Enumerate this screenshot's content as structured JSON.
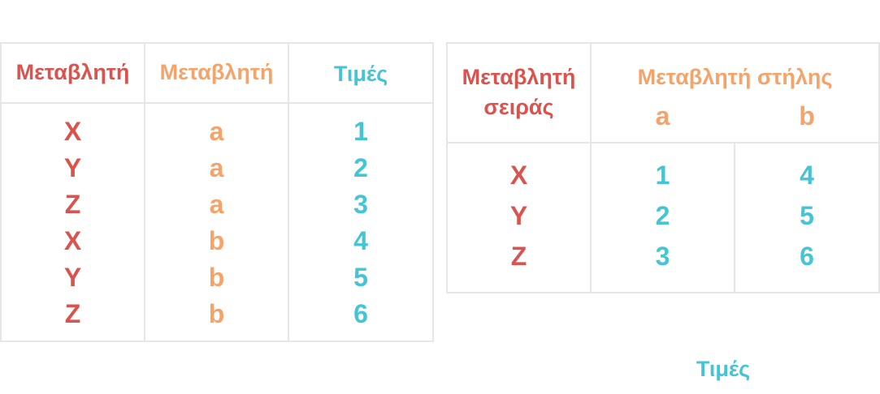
{
  "long_table": {
    "headers": {
      "row_var": "Μεταβλητή",
      "col_var": "Μεταβλητή",
      "values": "Τιμές"
    },
    "rows": [
      {
        "row": "X",
        "col": "a",
        "value": "1"
      },
      {
        "row": "Y",
        "col": "a",
        "value": "2"
      },
      {
        "row": "Z",
        "col": "a",
        "value": "3"
      },
      {
        "row": "X",
        "col": "b",
        "value": "4"
      },
      {
        "row": "Y",
        "col": "b",
        "value": "5"
      },
      {
        "row": "Z",
        "col": "b",
        "value": "6"
      }
    ]
  },
  "wide_table": {
    "row_header_line1": "Μεταβλητή",
    "row_header_line2": "σειράς",
    "col_header": "Μεταβλητή στήλης",
    "col_a": "a",
    "col_b": "b",
    "rows": [
      {
        "row": "X",
        "a": "1",
        "b": "4"
      },
      {
        "row": "Y",
        "a": "2",
        "b": "5"
      },
      {
        "row": "Z",
        "a": "3",
        "b": "6"
      }
    ],
    "values_caption": "Τιμές"
  },
  "colors": {
    "row": "#d9534f",
    "col": "#f4a46a",
    "value": "#45c4d6",
    "grid": "#e6e6e6"
  }
}
